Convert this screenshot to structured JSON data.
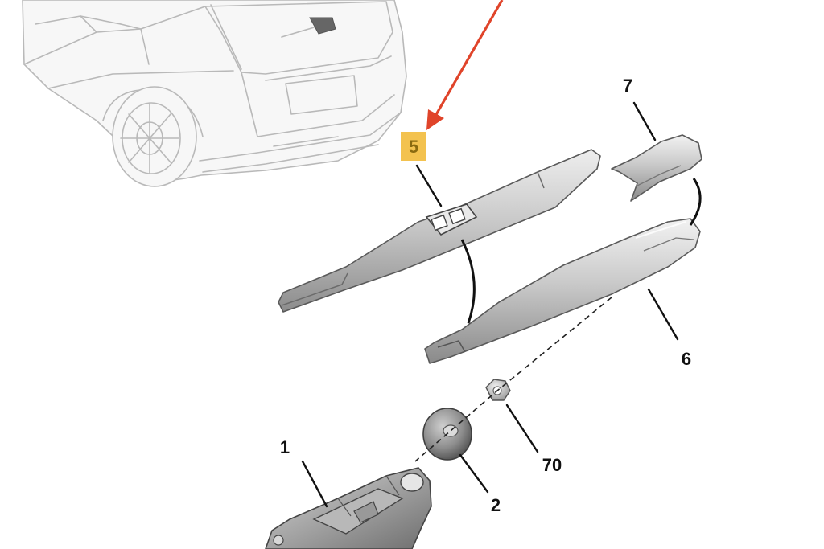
{
  "callouts": {
    "blade": "5",
    "cap": "7",
    "arm": "6",
    "nut": "70",
    "seal": "2",
    "motor": "1"
  },
  "colors": {
    "highlight_box": "#f3c24f",
    "highlight_text": "#8a6a10",
    "pointer_arrow": "#e0442a",
    "callout_text": "#111111"
  }
}
